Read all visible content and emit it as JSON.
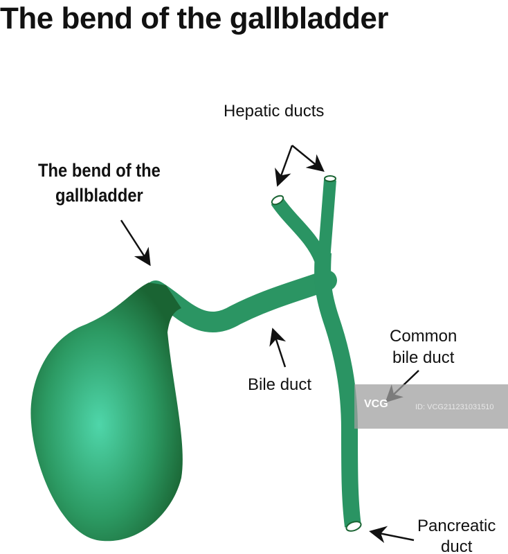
{
  "title": "The bend of the gallbladder",
  "labels": {
    "bend_line1": "The bend of the",
    "bend_line2": "gallbladder",
    "hepatic": "Hepatic ducts",
    "common_line1": "Common",
    "common_line2": "bile duct",
    "bile": "Bile duct",
    "pancreatic_line1": "Pancreatic",
    "pancreatic_line2": "duct"
  },
  "watermark": {
    "logo": "VCG",
    "id": "ID: VCG211231031510"
  },
  "colors": {
    "organ_dark": "#1d6b3a",
    "organ_light": "#4fd0a5"
  }
}
